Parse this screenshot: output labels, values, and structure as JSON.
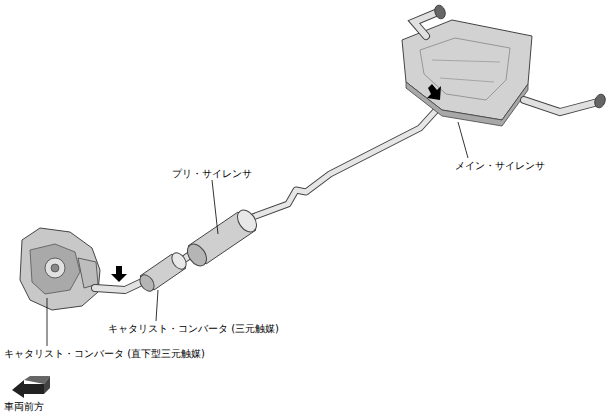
{
  "diagram": {
    "labels": [
      "メイン・サイレンサ",
      "プリ・サイレンサ",
      "キャタリスト・コンバータ (三元触媒)",
      "キャタリスト・コンバータ (直下型三元触媒)",
      "車両前方"
    ]
  }
}
